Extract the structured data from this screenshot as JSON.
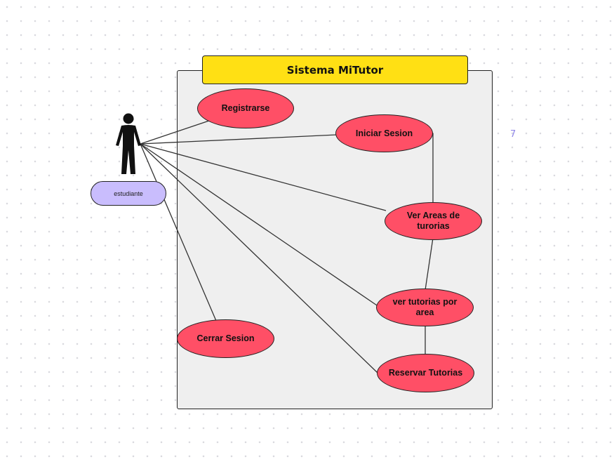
{
  "diagram": {
    "system": {
      "title": "Sistema MiTutor"
    },
    "actor": {
      "label": "estudiante",
      "icon": "stick-figure-icon"
    },
    "use_cases": [
      {
        "id": "registrarse",
        "label": "Registrarse"
      },
      {
        "id": "iniciar-sesion",
        "label": "Iniciar Sesion"
      },
      {
        "id": "ver-areas",
        "label": "Ver Areas de turorias"
      },
      {
        "id": "ver-tutorias-area",
        "label": "ver tutorias por area"
      },
      {
        "id": "reservar-tutorias",
        "label": "Reservar Tutorias"
      },
      {
        "id": "cerrar-sesion",
        "label": "Cerrar Sesion"
      }
    ],
    "associations": [
      {
        "from": "estudiante",
        "to": "registrarse"
      },
      {
        "from": "estudiante",
        "to": "iniciar-sesion"
      },
      {
        "from": "estudiante",
        "to": "ver-areas"
      },
      {
        "from": "estudiante",
        "to": "ver-tutorias-area"
      },
      {
        "from": "estudiante",
        "to": "reservar-tutorias"
      },
      {
        "from": "estudiante",
        "to": "cerrar-sesion"
      },
      {
        "from": "iniciar-sesion",
        "to": "ver-areas"
      },
      {
        "from": "ver-areas",
        "to": "ver-tutorias-area"
      },
      {
        "from": "ver-tutorias-area",
        "to": "reservar-tutorias"
      }
    ],
    "stray_mark": "7",
    "colors": {
      "title_bar": "#ffe014",
      "use_case_fill": "#ff4f66",
      "actor_label_fill": "#c9bdfd",
      "system_fill": "#efefef",
      "outline": "#222222"
    }
  }
}
